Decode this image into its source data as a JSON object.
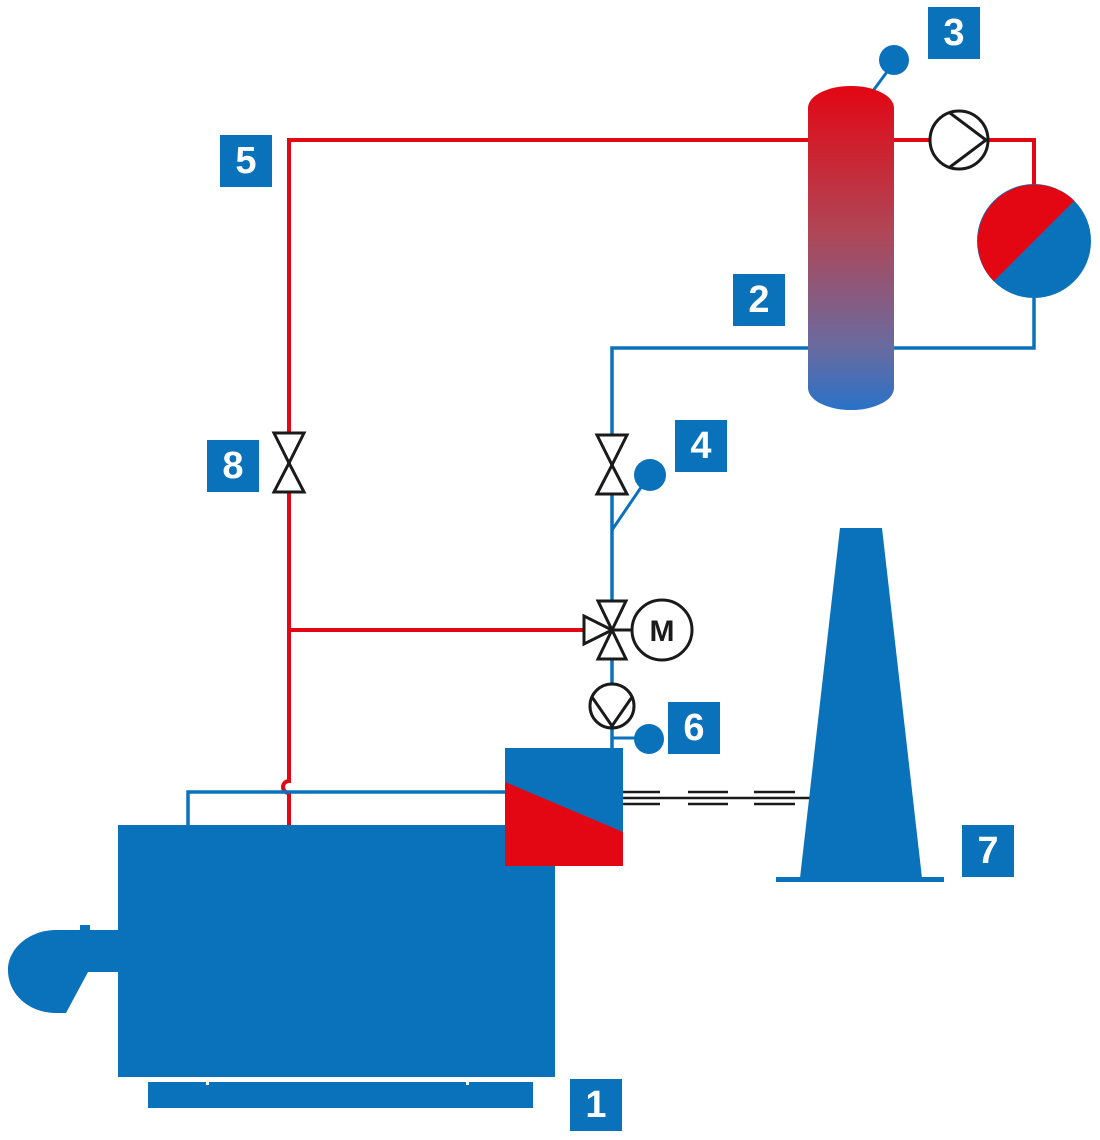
{
  "colors": {
    "blue": "#0a72ba",
    "red": "#e30613",
    "black": "#1a1a1a"
  },
  "labels": {
    "boiler": "1",
    "storage_tank": "2",
    "tank_sensor": "3",
    "return_sensor": "4",
    "flow_pipe": "5",
    "pump_sensor": "6",
    "chimney": "7",
    "bypass_valve": "8"
  },
  "motor_symbol": "M",
  "icons": {
    "boiler": "boiler-icon",
    "heat_exchanger": "flue-gas-heat-exchanger-icon",
    "chimney": "chimney-icon",
    "storage_tank": "buffer-tank-icon",
    "consumer": "heat-consumer-icon",
    "pump": "circulation-pump-icon",
    "valve": "shutoff-valve-icon",
    "mixing_valve": "motorized-three-way-valve-icon",
    "sensor": "temperature-sensor-icon"
  }
}
